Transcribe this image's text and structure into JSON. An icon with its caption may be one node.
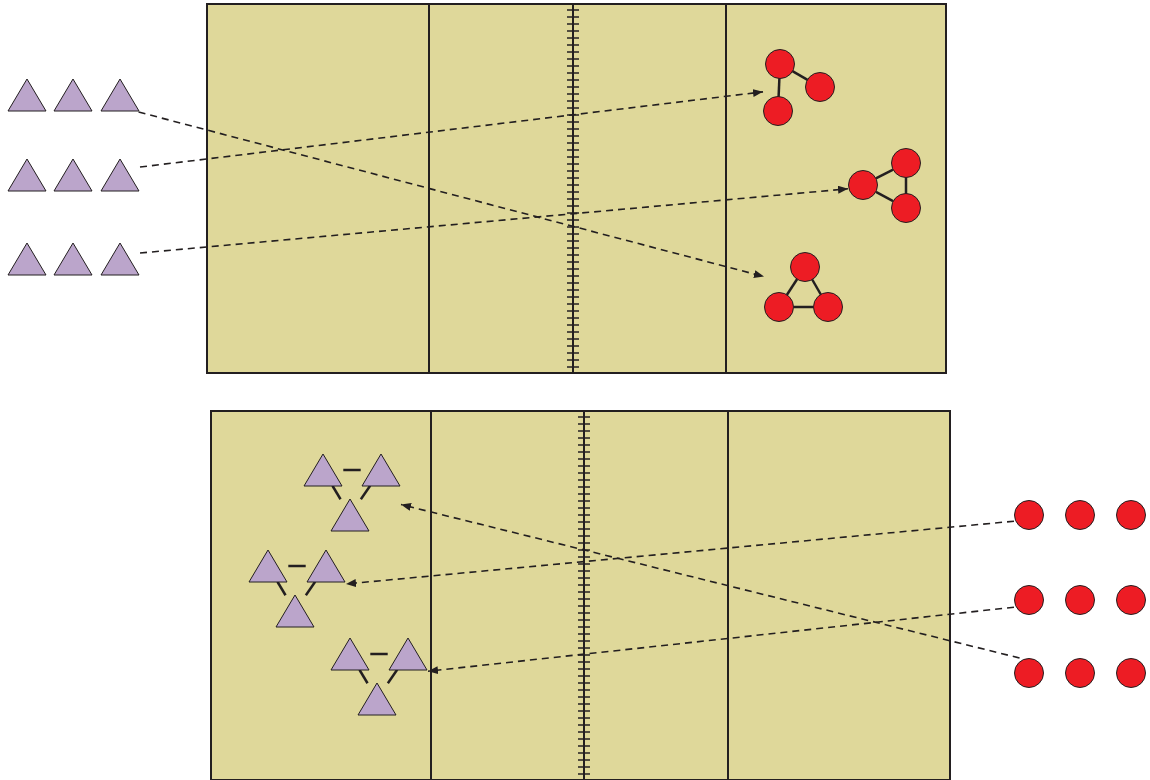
{
  "diagram": {
    "nodes": [
      {
        "text": [],
        "shape": "triangle"
      },
      {
        "text": [],
        "shape": "triangle"
      },
      {
        "text": [],
        "shape": "triangle"
      },
      {
        "text": [],
        "shape": "circle"
      },
      {
        "text": [],
        "shape": "circle"
      },
      {
        "text": [],
        "shape": "circle"
      },
      {
        "text": [],
        "shape": "triangle"
      },
      {
        "text": [],
        "shape": "triangle"
      },
      {
        "text": [],
        "shape": "triangle"
      },
      {
        "text": [],
        "shape": "circle"
      },
      {
        "text": [],
        "shape": "circle"
      },
      {
        "text": [],
        "shape": "circle"
      }
    ],
    "edges": [
      {
        "from": 0,
        "to": 5,
        "arrow": "to",
        "style": "dashed"
      },
      {
        "from": 1,
        "to": 3,
        "arrow": "to",
        "style": "dashed"
      },
      {
        "from": 2,
        "to": 4,
        "arrow": "to",
        "style": "dashed"
      },
      {
        "from": 11,
        "to": 6,
        "arrow": "to",
        "style": "dashed"
      },
      {
        "from": 9,
        "to": 7,
        "arrow": "to",
        "style": "dashed"
      },
      {
        "from": 10,
        "to": 8,
        "arrow": "to",
        "style": "dashed"
      }
    ]
  }
}
